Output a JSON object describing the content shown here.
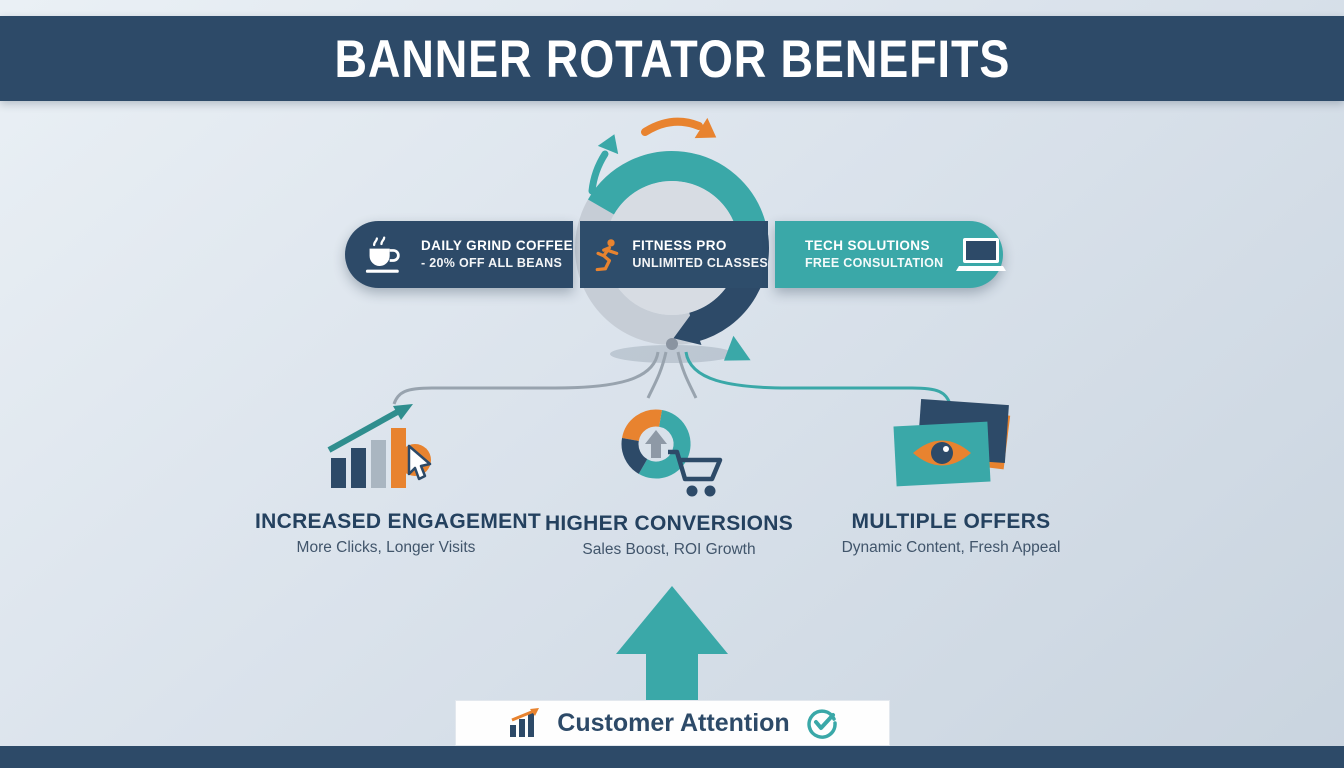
{
  "colors": {
    "navy": "#2d4a68",
    "teal": "#3aa8a8",
    "orange": "#e8832f",
    "background": "#dbe3ec"
  },
  "header": {
    "title": "BANNER ROTATOR BENEFITS"
  },
  "rotator": {
    "banners": [
      {
        "icon": "coffee-cup-icon",
        "line1": "DAILY GRIND COFFEE",
        "line2": "- 20% OFF ALL BEANS"
      },
      {
        "icon": "runner-icon",
        "line1": "FITNESS PRO",
        "line2": "UNLIMITED CLASSES"
      },
      {
        "icon": "laptop-icon",
        "line1": "TECH SOLUTIONS",
        "line2": "FREE CONSULTATION"
      }
    ]
  },
  "benefits": [
    {
      "icon": "engagement-chart-click-icon",
      "title": "INCREASED ENGAGEMENT",
      "subtitle": "More Clicks, Longer Visits"
    },
    {
      "icon": "conversions-donut-cart-icon",
      "title": "HIGHER CONVERSIONS",
      "subtitle": "Sales Boost, ROI Growth"
    },
    {
      "icon": "offers-stacked-banners-eye-icon",
      "title": "MULTIPLE OFFERS",
      "subtitle": "Dynamic Content, Fresh Appeal"
    }
  ],
  "footer": {
    "left_icon": "mini-bar-chart-icon",
    "label": "Customer Attention",
    "right_icon": "check-circle-icon"
  }
}
